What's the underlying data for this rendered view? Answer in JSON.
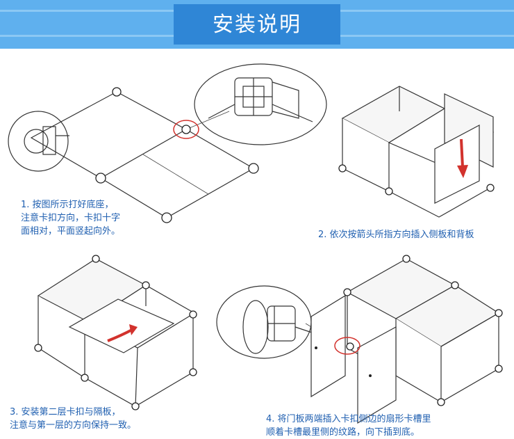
{
  "header": {
    "title": "安装说明",
    "bg_color": "#4aa3e8",
    "stripe_color": "#2f86d6"
  },
  "steps": [
    {
      "lines": [
        "1. 按图所示打好底座，",
        "注意卡扣方向，卡扣十字",
        "面相对，平面竖起向外。"
      ]
    },
    {
      "lines": [
        "2. 依次按箭头所指方向插入侧板和背板"
      ]
    },
    {
      "lines": [
        "3. 安装第二层卡扣与隔板，",
        "注意与第一层的方向保持一致。"
      ]
    },
    {
      "lines": [
        "4. 将门板两端插入卡扣侧边的扇形卡槽里",
        "顺着卡槽最里侧的纹路，向下插到底。"
      ]
    }
  ],
  "colors": {
    "text": "#1f5fb0",
    "arrow": "#d2322d",
    "line": "#333333"
  }
}
